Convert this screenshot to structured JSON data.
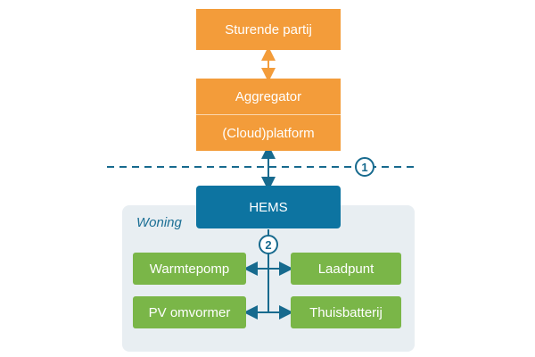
{
  "nodes": {
    "sturende_partij": "Sturende partij",
    "aggregator": "Aggregator",
    "cloud_platform": "(Cloud)platform",
    "hems": "HEMS",
    "warmtepomp": "Warmtepomp",
    "laadpunt": "Laadpunt",
    "pv_omvormer": "PV omvormer",
    "thuisbatterij": "Thuisbatterij"
  },
  "zone": {
    "woning": "Woning"
  },
  "badges": {
    "one": "1",
    "two": "2"
  },
  "colors": {
    "orange": "#f39c3a",
    "blue": "#0d74a1",
    "green": "#7ab648",
    "connector_orange": "#f39c3a",
    "connector_teal": "#176a8e",
    "panel": "#e8eef2"
  }
}
